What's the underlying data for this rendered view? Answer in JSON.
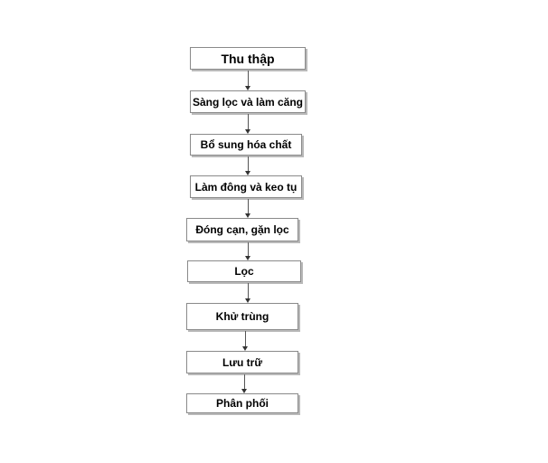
{
  "flowchart": {
    "steps": [
      "Thu thập",
      "Sàng lọc và làm căng",
      "Bổ sung hóa chất",
      "Làm đông và keo tụ",
      "Đóng cạn, gặn lọc",
      "Lọc",
      "Khử trùng",
      "Lưu trữ",
      "Phân phối"
    ]
  }
}
